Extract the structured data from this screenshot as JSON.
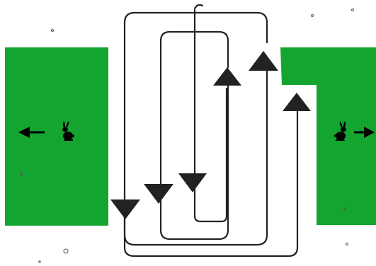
{
  "diagram": {
    "background_color": "#ffffff",
    "zone_color": "#14a531",
    "ink_color": "#000000",
    "zones": [
      {
        "name": "left-zone",
        "icon": "rabbit-icon",
        "arrow_direction": "left"
      },
      {
        "name": "right-zone",
        "icon": "rabbit-icon",
        "arrow_direction": "right"
      }
    ],
    "path": {
      "loops": 3,
      "arrow_directions": [
        "up",
        "up",
        "up",
        "down",
        "down",
        "down"
      ]
    }
  }
}
